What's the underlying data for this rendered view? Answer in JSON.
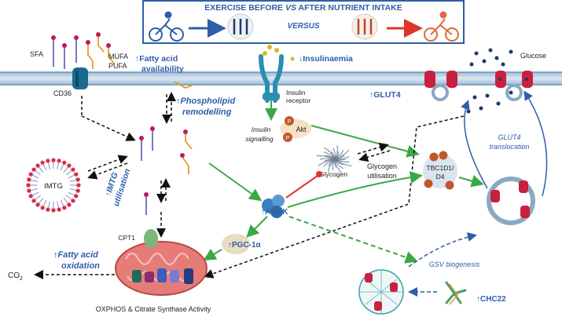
{
  "banner": {
    "title_pre": "EXERCISE BEFORE ",
    "title_vs": "VS",
    "title_post": " AFTER NUTRIENT INTAKE",
    "versus": "VERSUS"
  },
  "labels": {
    "sfa": "SFA",
    "mufa": "MUFA",
    "pufa": "PUFA",
    "fatty_acid_availability_1": "↑Fatty acid",
    "fatty_acid_availability_2": "availability",
    "cd36": "CD36",
    "insulinaemia": "↓Insulinaemia",
    "insulin": "Insulin",
    "receptor": "receptor",
    "glucose": "Glucose",
    "glut4": "↑GLUT4",
    "phospholipid_1": "↑Phospholipid",
    "phospholipid_2": "remodelling",
    "insulin_signalling_1": "Insulin",
    "insulin_signalling_2": "signalling",
    "akt": "Akt",
    "p": "P",
    "imtg": "IMTG",
    "imtg_util_1": "↑IMTG",
    "imtg_util_2": "utilisation",
    "glycogen": "Glycogen",
    "glycogen_util_1": "Glycogen",
    "glycogen_util_2": "utilisation",
    "tbc_1": "TBC1D1/",
    "tbc_2": "D4",
    "glut4_trans_1": "GLUT4",
    "glut4_trans_2": "translocation",
    "ampk": "↑AMPK",
    "pgc": "↑PGC-1α",
    "cpt1": "CPT1",
    "fa_oxidation_1": "↑Fatty acid",
    "fa_oxidation_2": "oxidation",
    "co2": "CO",
    "co2_sub": "2",
    "oxphos": "OXPHOS & Citrate Synthase Activity",
    "gsv": "GSV biogenesis",
    "chc22": "↑CHC22"
  },
  "colors": {
    "banner_border": "#2e5ea8",
    "title_blue": "#2e5ea8",
    "membrane": "#7fa6c8",
    "green_arrow": "#3aa845",
    "red_arrow": "#e0332a",
    "glut4": "#c8213f",
    "receptor": "#2a8fb0",
    "mito": "#e57c78",
    "imtg": "#d32f4a"
  }
}
